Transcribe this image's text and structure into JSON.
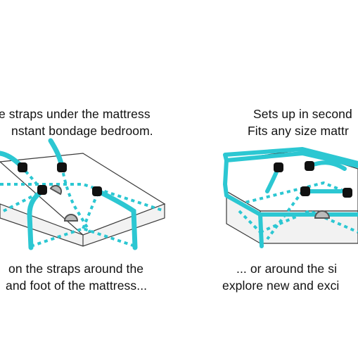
{
  "colors": {
    "strap": "#2cc7d2",
    "outline": "#3a3a3a",
    "mattress_side": "#f2f2f2",
    "mattress_top": "#ffffff",
    "background": "#ffffff"
  },
  "captions": {
    "top_left": {
      "line1": "e straps under the mattress",
      "line2": "nstant bondage bedroom."
    },
    "top_right": {
      "line1": "Sets up in second",
      "line2": "Fits any size mattr"
    },
    "bottom_left": {
      "line1": "on the straps around the",
      "line2": "and foot of the mattress..."
    },
    "bottom_right": {
      "line1": "... or around the si",
      "line2": "explore new and exci"
    }
  },
  "icons": {
    "cuff": "cuff-icon",
    "d_ring": "d-ring-icon"
  }
}
